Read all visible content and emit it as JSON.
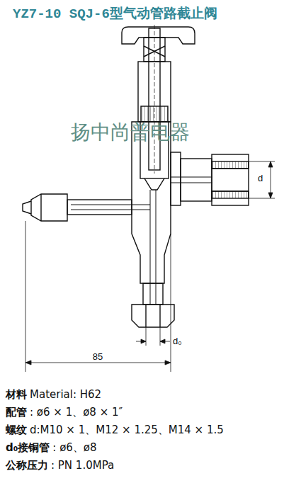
{
  "diagram": {
    "title": "YZ7-10 SQJ-6型气动管路截止阀",
    "labels": [
      "扬中尚普电器",
      "d",
      "d₀",
      "85",
      "材料",
      "Material: H62",
      "配管",
      ": ø6 × 1、ø8 × 1″",
      "螺纹",
      "d:M10 × 1、M12 × 1.25、M14 × 1.5",
      "d₀接铜管",
      ": ø6、ø8",
      "公称压力",
      ": PN 1.0MPa"
    ]
  }
}
